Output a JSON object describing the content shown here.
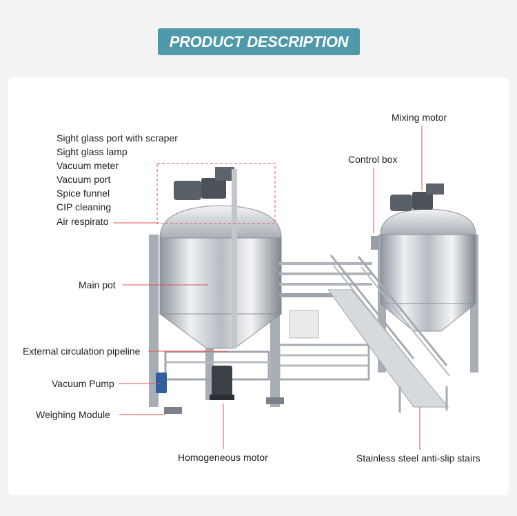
{
  "header": {
    "title": "PRODUCT DESCRIPTION"
  },
  "labels": {
    "sight_glass_port": "Sight glass port with scraper",
    "sight_glass_lamp": "Sight glass lamp",
    "vacuum_meter": "Vacuum meter",
    "vacuum_port": "Vacuum port",
    "spice_funnel": "Spice funnel",
    "cip_cleaning": "CIP cleaning",
    "air_respirato": "Air respirato",
    "main_pot": "Main pot",
    "external_circulation": "External circulation pipeline",
    "vacuum_pump": "Vacuum Pump",
    "weighing_module": "Weighing Module",
    "homogeneous_motor": "Homogeneous motor",
    "mixing_motor": "Mixing motor",
    "control_box": "Control box",
    "stairs": "Stainless steel anti-slip stairs"
  },
  "colors": {
    "banner": "#4e9aab",
    "leader": "#e05252",
    "steel": "#c8ccd1"
  }
}
